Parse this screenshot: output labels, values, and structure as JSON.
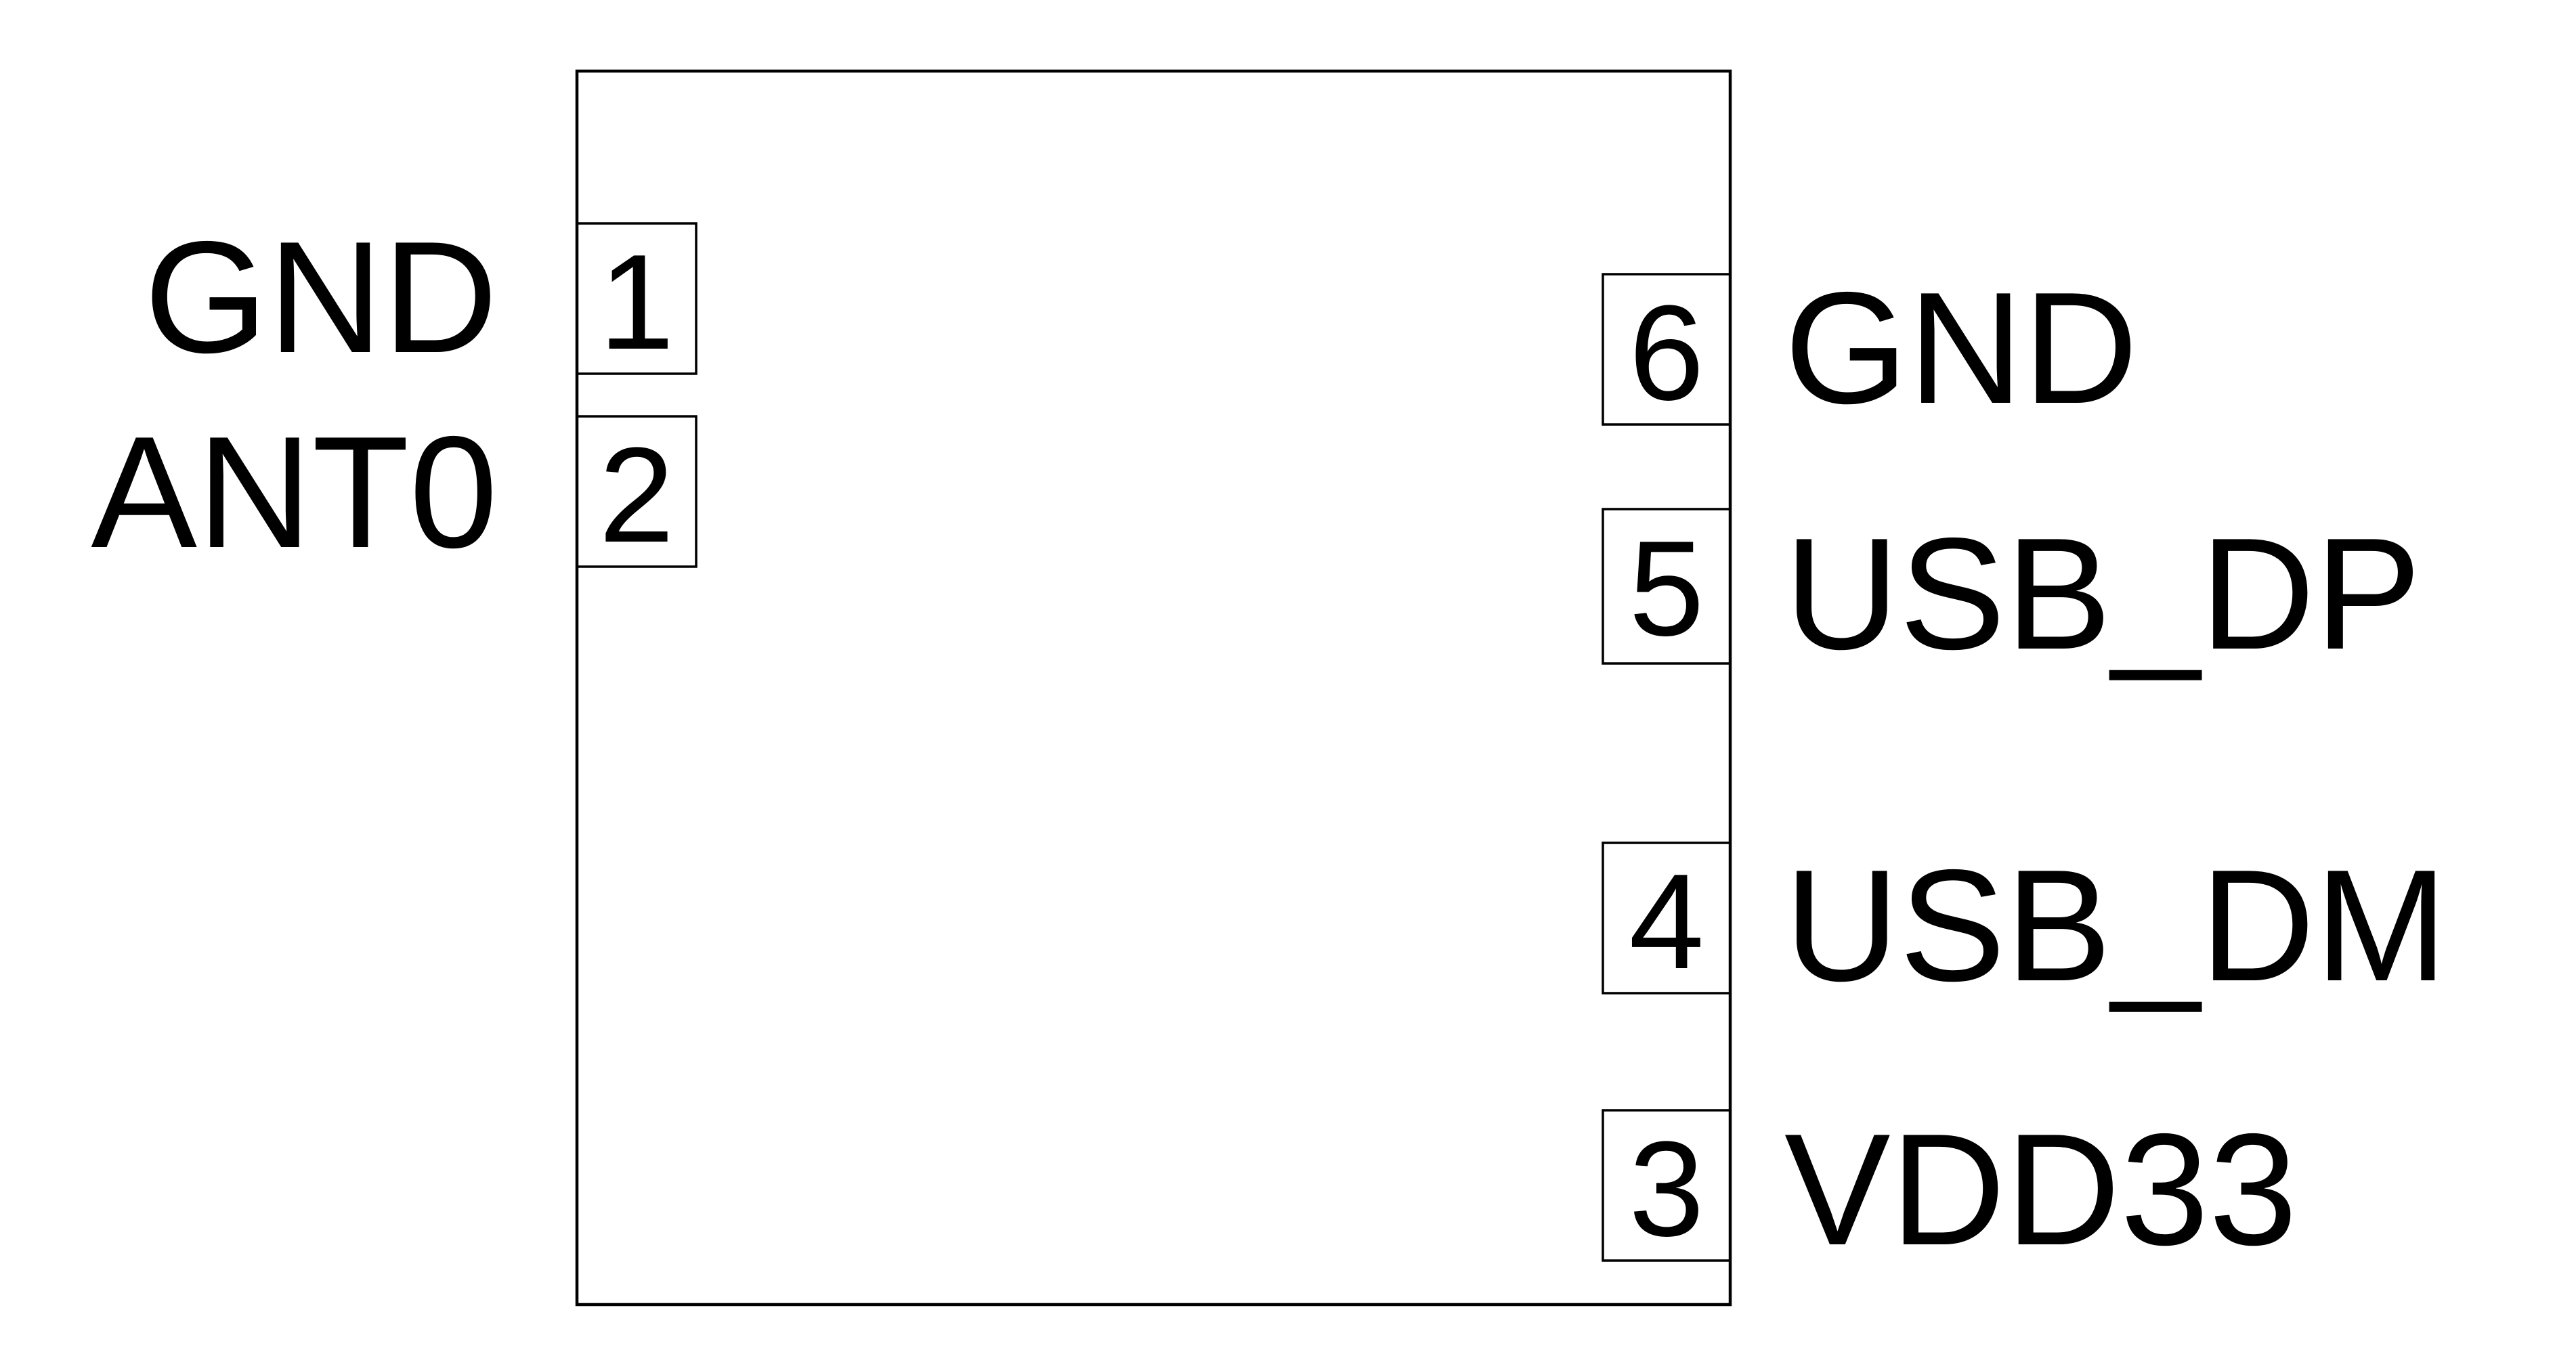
{
  "component": {
    "left_pins": [
      {
        "number": "1",
        "name": "GND"
      },
      {
        "number": "2",
        "name": "ANT0"
      }
    ],
    "right_pins": [
      {
        "number": "6",
        "name": "GND"
      },
      {
        "number": "5",
        "name": "USB_DP"
      },
      {
        "number": "4",
        "name": "USB_DM"
      },
      {
        "number": "3",
        "name": "VDD33"
      }
    ]
  }
}
